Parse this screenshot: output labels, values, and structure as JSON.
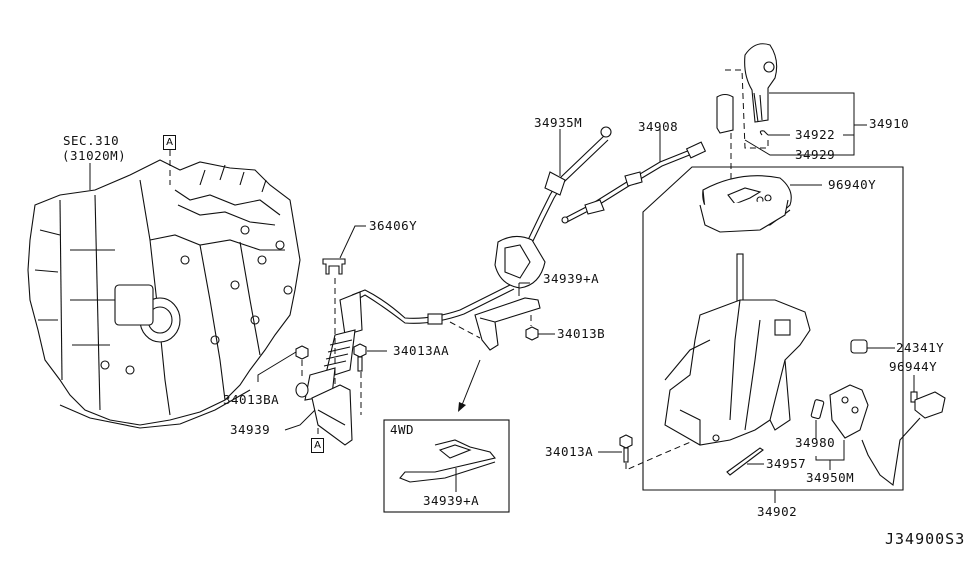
{
  "diagram": {
    "title_code": "J34900S3",
    "section_ref": {
      "line1": "SEC.310",
      "line2": "(31020M)"
    },
    "ref_marker": "A",
    "inset_label": "4WD",
    "parts": [
      {
        "id": "transmission",
        "label": "SEC.310 (31020M)"
      },
      {
        "id": "34935M",
        "label": "34935M"
      },
      {
        "id": "34908",
        "label": "34908"
      },
      {
        "id": "34910",
        "label": "34910"
      },
      {
        "id": "34922",
        "label": "34922"
      },
      {
        "id": "34929",
        "label": "34929"
      },
      {
        "id": "96940Y",
        "label": "96940Y"
      },
      {
        "id": "36406Y",
        "label": "36406Y"
      },
      {
        "id": "34939+A",
        "label": "34939+A"
      },
      {
        "id": "34013B",
        "label": "34013B"
      },
      {
        "id": "34013AA",
        "label": "34013AA"
      },
      {
        "id": "34013BA",
        "label": "34013BA"
      },
      {
        "id": "34939",
        "label": "34939"
      },
      {
        "id": "34939+A-4wd",
        "label": "34939+A"
      },
      {
        "id": "34013A",
        "label": "34013A"
      },
      {
        "id": "24341Y",
        "label": "24341Y"
      },
      {
        "id": "96944Y",
        "label": "96944Y"
      },
      {
        "id": "34980",
        "label": "34980"
      },
      {
        "id": "34957",
        "label": "34957"
      },
      {
        "id": "34950M",
        "label": "34950M"
      },
      {
        "id": "34902",
        "label": "34902"
      }
    ]
  }
}
